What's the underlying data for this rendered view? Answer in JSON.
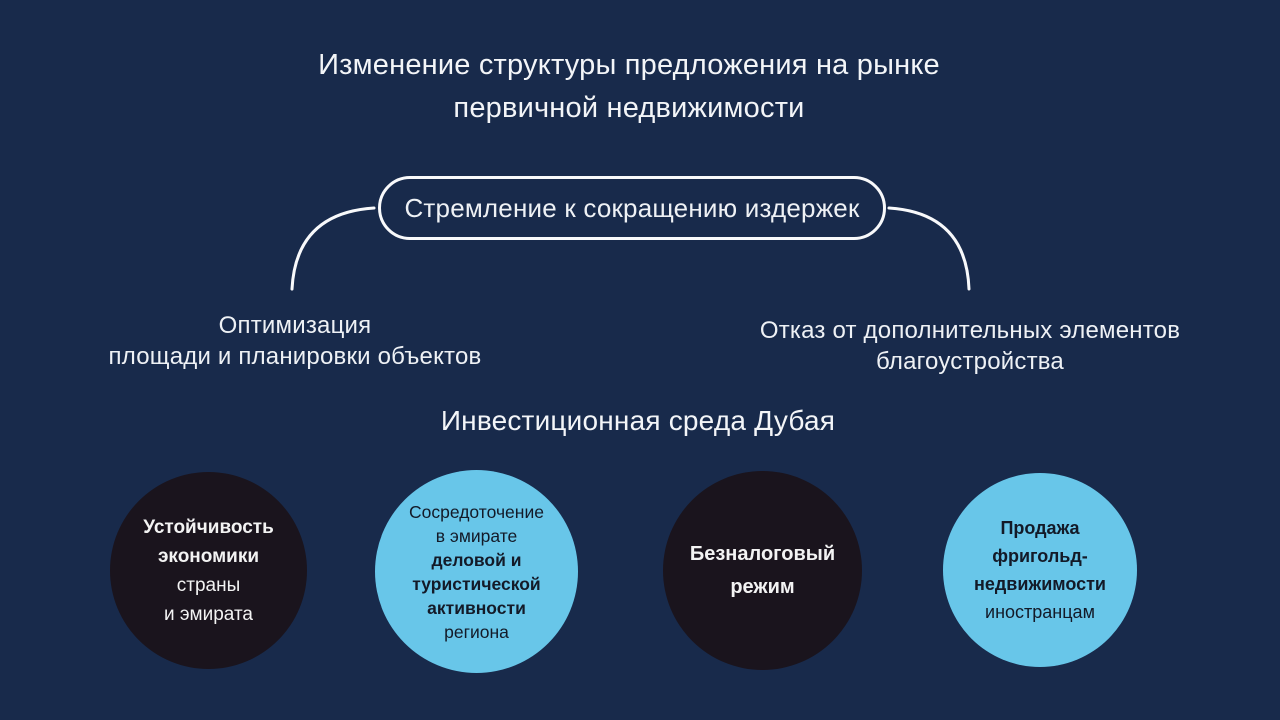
{
  "slide": {
    "title": {
      "line1": "Изменение структуры предложения на рынке",
      "line2": "первичной недвижимости"
    },
    "mindmap": {
      "root": "Стремление к сокращению издержек",
      "left_branch": {
        "line1": "Оптимизация",
        "line2": "площади и планировки объектов"
      },
      "right_branch": {
        "line1": "Отказ от дополнительных элементов",
        "line2": "благоустройства"
      }
    },
    "section": {
      "title": "Инвестиционная среда Дубая"
    },
    "circles": [
      {
        "name": "economy-stability",
        "theme": "dark",
        "lines": [
          {
            "text": "Устойчивость",
            "bold": true
          },
          {
            "text": "экономики",
            "bold": true
          },
          {
            "text": "страны",
            "bold": false
          },
          {
            "text": "и эмирата",
            "bold": false
          }
        ]
      },
      {
        "name": "business-tourism-activity",
        "theme": "blue",
        "lines": [
          {
            "text": "Сосредоточение",
            "bold": false
          },
          {
            "text": "в эмирате",
            "bold": false
          },
          {
            "text": "деловой и",
            "bold": true
          },
          {
            "text": "туристической",
            "bold": true
          },
          {
            "text": "активности",
            "bold": true
          },
          {
            "text": "региона",
            "bold": false
          }
        ]
      },
      {
        "name": "tax-free-regime",
        "theme": "dark",
        "lines": [
          {
            "text": "Безналоговый",
            "bold": true
          },
          {
            "text": "режим",
            "bold": true
          }
        ]
      },
      {
        "name": "freehold-sales",
        "theme": "blue",
        "lines": [
          {
            "text": "Продажа",
            "bold": true
          },
          {
            "text": "фригольд-",
            "bold": true
          },
          {
            "text": "недвижимости",
            "bold": true
          },
          {
            "text": "иностранцам",
            "bold": false
          }
        ]
      }
    ]
  },
  "colors": {
    "background": "#182a4b",
    "text": "#f2f4f6",
    "connector_line": "#ffffff",
    "circle_dark": "#1a141d",
    "circle_dark_text": "#f3f3f3",
    "circle_blue": "#68c6e9",
    "circle_blue_text": "#131a28"
  }
}
